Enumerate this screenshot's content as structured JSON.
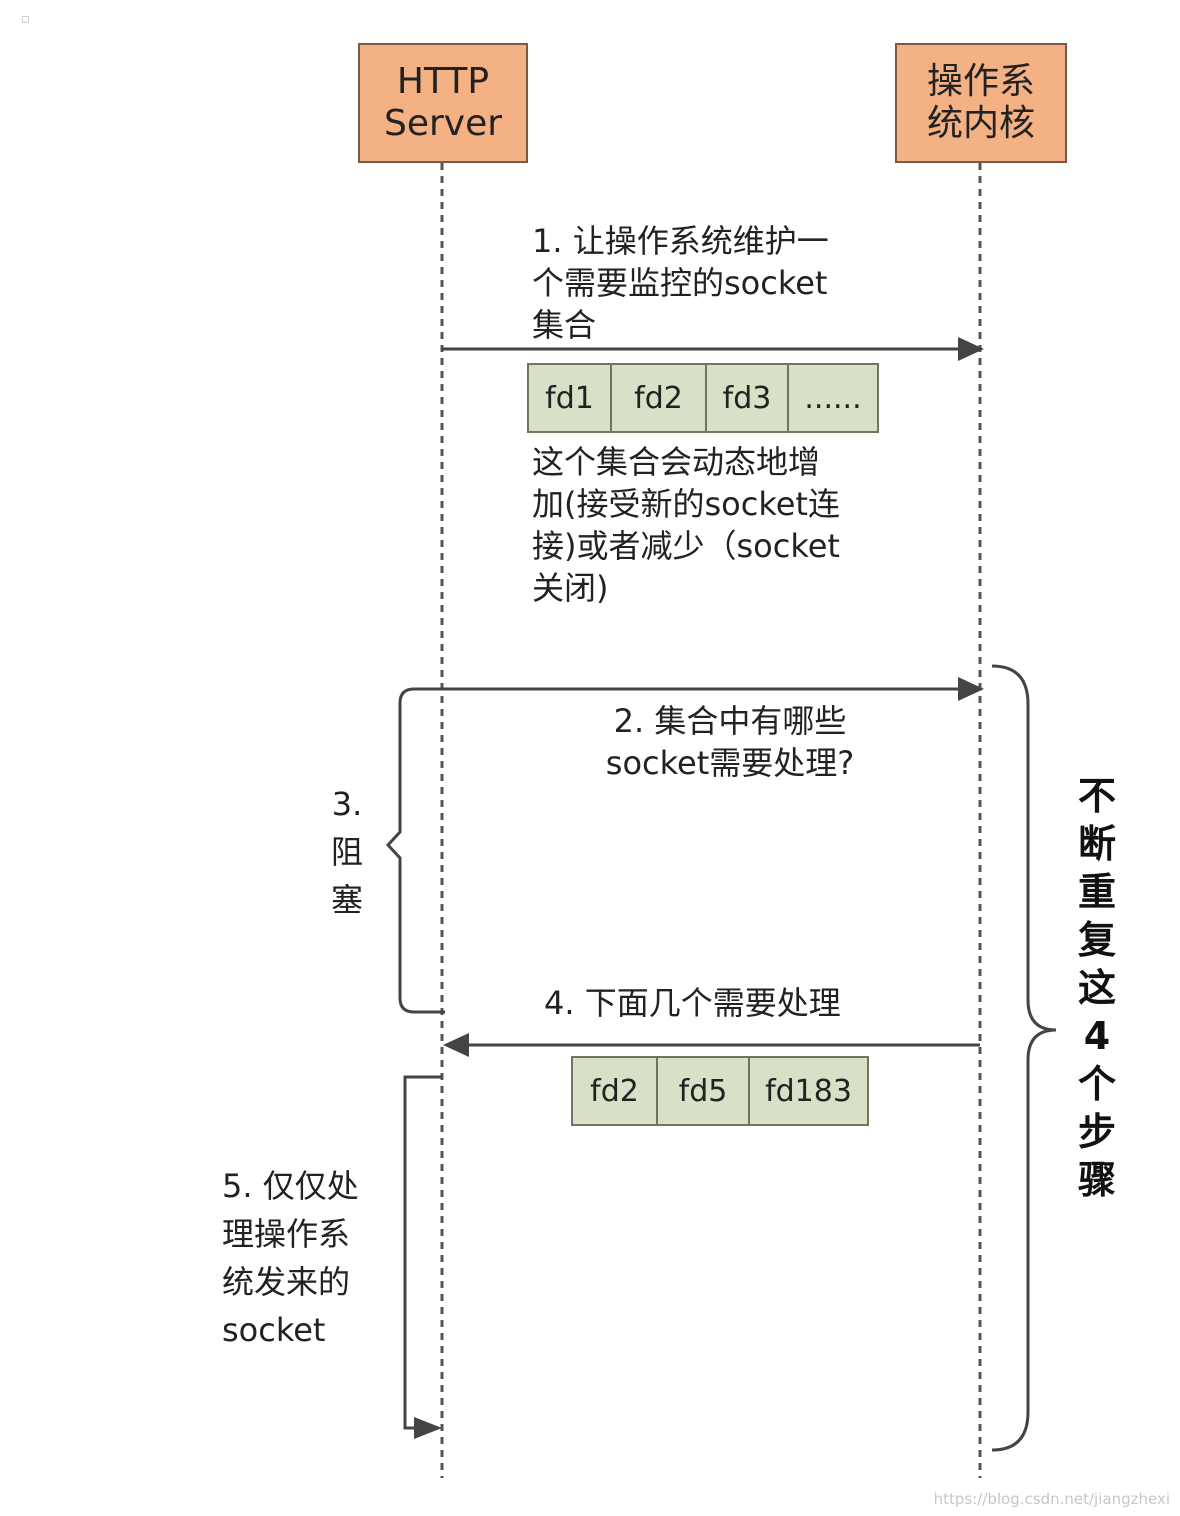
{
  "actors": {
    "left": "HTTP\nServer",
    "right": "操作系\n统内核"
  },
  "steps": {
    "step1": "1. 让操作系统维护一\n个需要监控的socket\n集合",
    "set_note": "这个集合会动态地增\n加(接受新的socket连\n接)或者减少（socket\n关闭)",
    "step2": "2. 集合中有哪些\nsocket需要处理?",
    "step3": "3.\n阻\n塞",
    "step4": "4. 下面几个需要处理",
    "step5": "5. 仅仅处\n理操作系\n统发来的\nsocket"
  },
  "monitored_set": [
    "fd1",
    "fd2",
    "fd3",
    "......"
  ],
  "ready_set": [
    "fd2",
    "fd5",
    "fd183"
  ],
  "repeat_label": "不断重复这4个步骤",
  "watermark": "https://blog.csdn.net/jiangzhexi",
  "colors": {
    "actor_fill": "#f4b183",
    "fd_fill": "#d8e0c7",
    "line": "#444444"
  }
}
